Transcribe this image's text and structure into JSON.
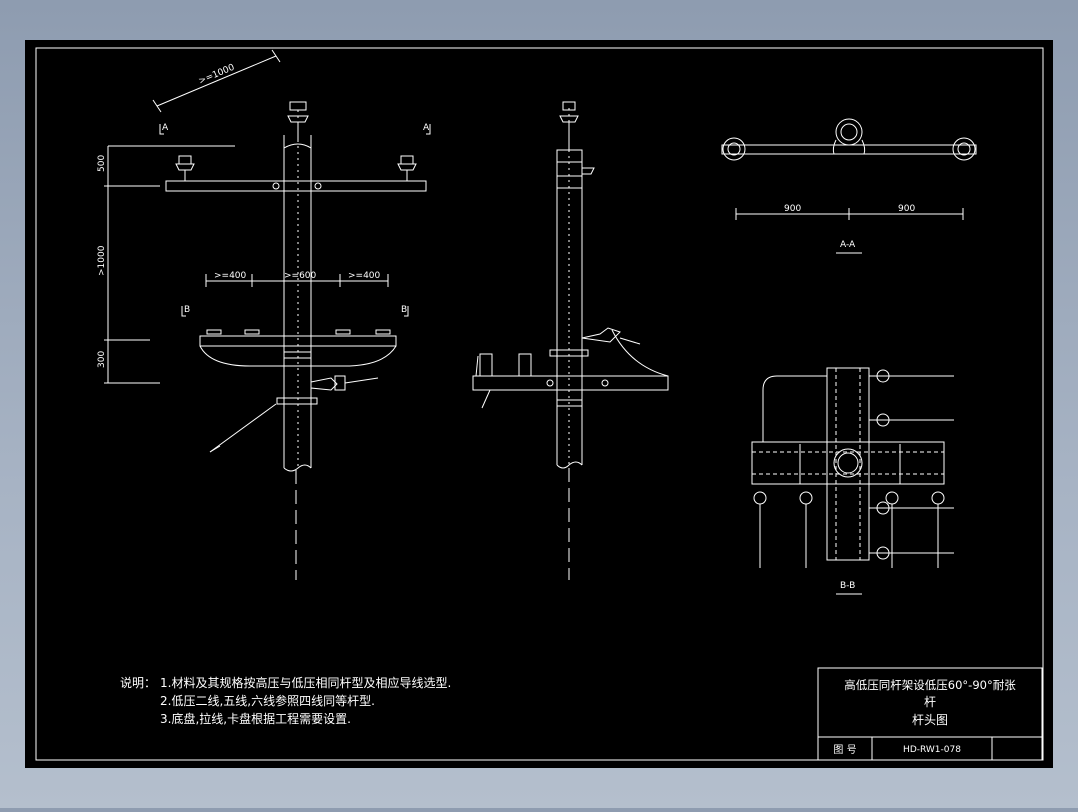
{
  "colors": {
    "background": "#000000",
    "line": "#ffffff",
    "window_bg": "#9aa7b9"
  },
  "drawing": {
    "front_view": {
      "section_marks": [
        "A",
        "A",
        "B",
        "B"
      ],
      "dims": {
        "diag": ">=1000",
        "d500": "500",
        "d1000": ">1000",
        "d300": "300",
        "gap1": ">=400",
        "gap2": ">=600",
        "gap3": ">=400"
      }
    },
    "section_aa": {
      "dim_left": "900",
      "dim_right": "900",
      "label": "A-A"
    },
    "section_bb": {
      "label": "B-B"
    },
    "notes": {
      "prefix": "说明：",
      "lines": [
        "1.材料及其规格按高压与低压相同杆型及相应导线选型.",
        "2.低压二线,五线,六线参照四线同等杆型.",
        "3.底盘,拉线,卡盘根据工程需要设置."
      ]
    },
    "title_block": {
      "title_line1": "高低压同杆架设低压60°-90°耐张",
      "title_line2": "杆",
      "title_line3": "杆头图",
      "drawing_no_label": "图 号",
      "drawing_no": "HD-RW1-078"
    }
  }
}
